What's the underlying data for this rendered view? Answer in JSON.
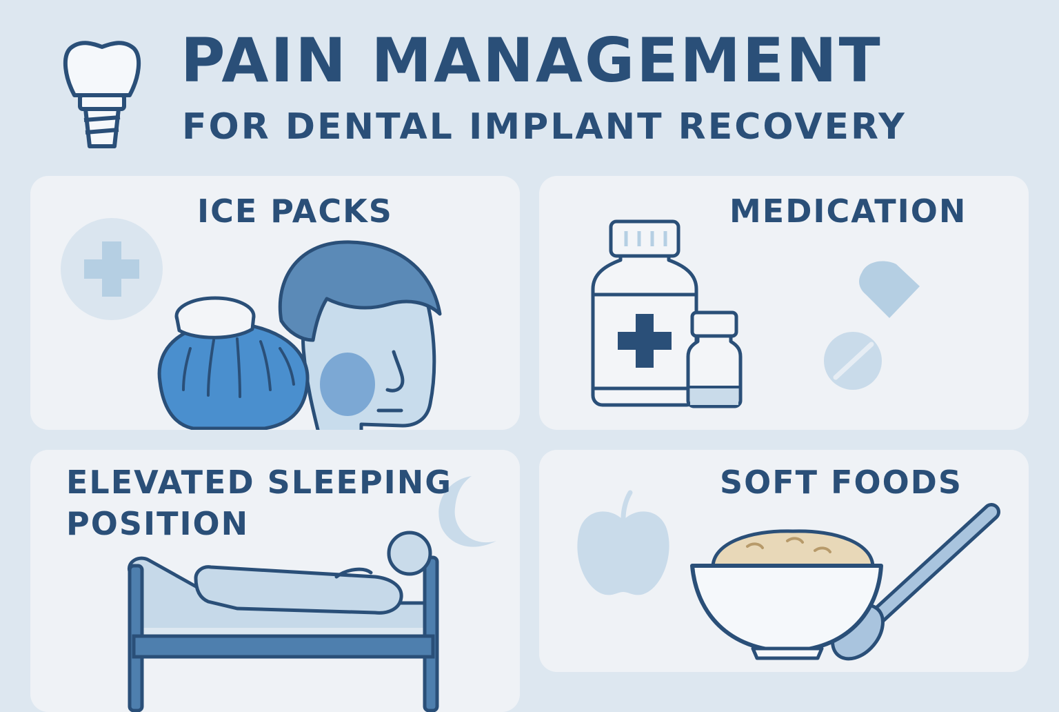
{
  "header": {
    "title": "PAIN MANAGEMENT",
    "subtitle": "FOR DENTAL IMPLANT RECOVERY",
    "logo_icon": "dental-implant-icon"
  },
  "cards": [
    {
      "title": "ICE PACKS",
      "icons": [
        "medical-cross-icon",
        "ice-pack-icon",
        "person-face-icon"
      ]
    },
    {
      "title": "MEDICATION",
      "icons": [
        "medicine-bottle-icon",
        "small-vial-icon",
        "pill-icon",
        "tablet-icon"
      ]
    },
    {
      "title_line1": "ELEVATED SLEEPING",
      "title_line2": "POSITION",
      "icons": [
        "moon-icon",
        "bed-icon",
        "resting-person-icon"
      ]
    },
    {
      "title": "SOFT FOODS",
      "icons": [
        "apple-icon",
        "porridge-bowl-icon",
        "spoon-icon"
      ]
    }
  ],
  "colors": {
    "background": "#dde7f0",
    "card": "#eff2f6",
    "text": "#2a4f78",
    "accent_blue": "#4a8fce",
    "light_blue": "#c9dbea"
  }
}
